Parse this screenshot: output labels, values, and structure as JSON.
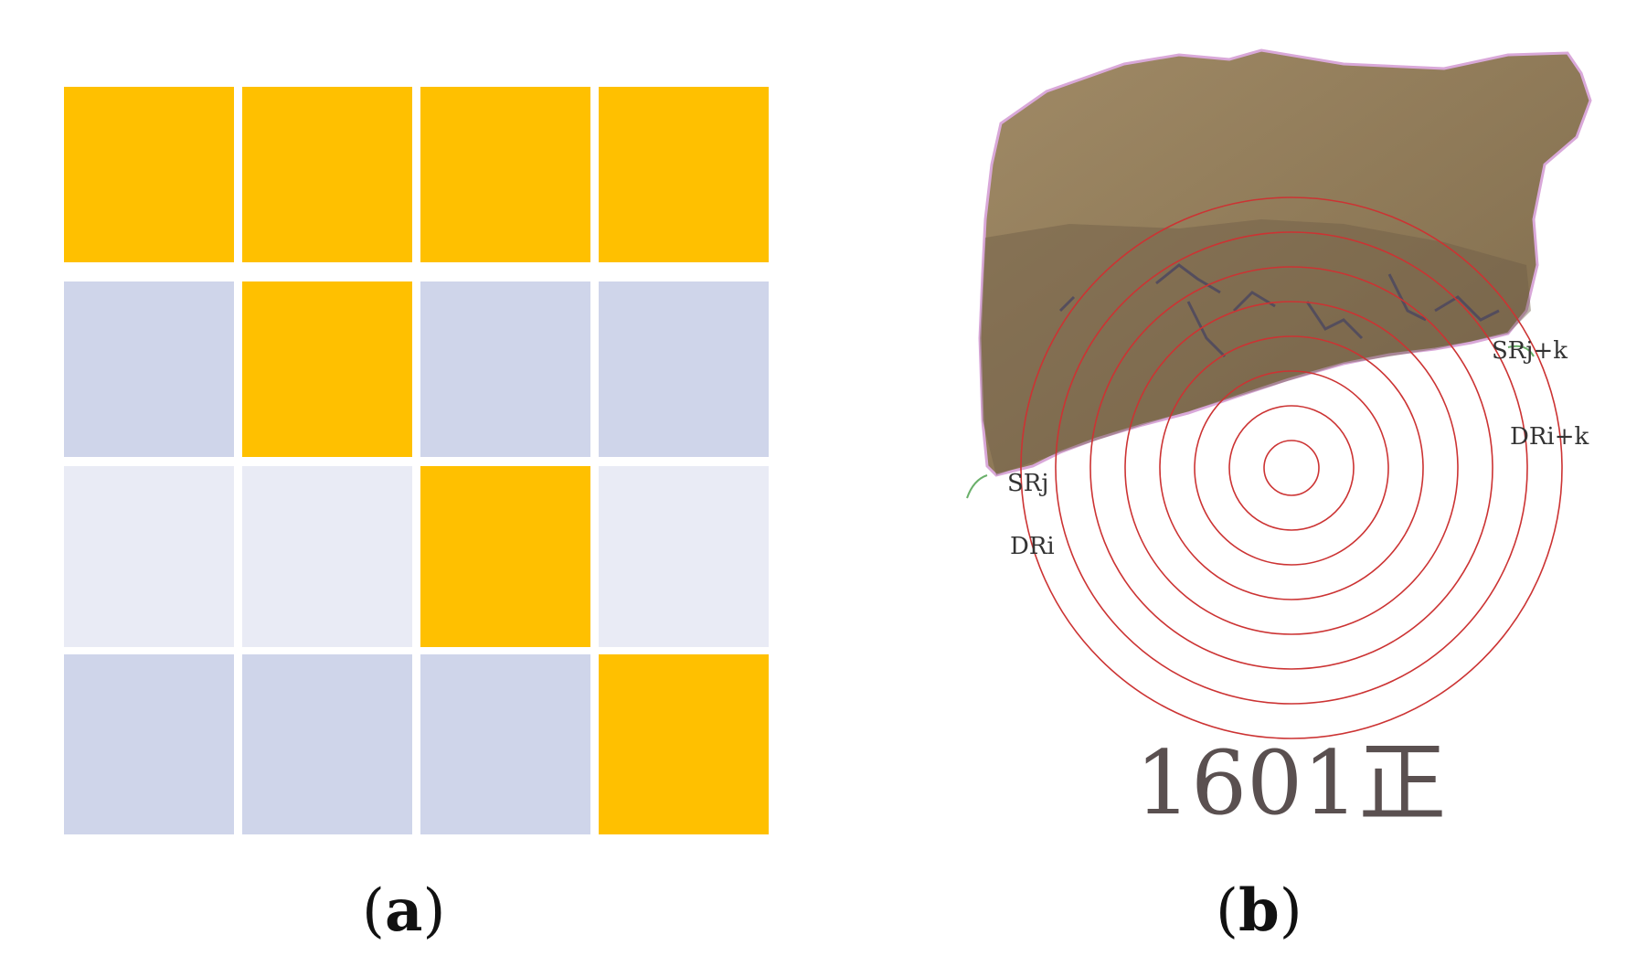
{
  "panel_a": {
    "grid": {
      "rows": 4,
      "cols": 4,
      "highlight_color": "#FFC000",
      "row_colors": [
        "#FFC000",
        "#CFD5EA",
        "#E9EBF5",
        "#CFD5EA"
      ],
      "highlighted_cells": [
        [
          0,
          0
        ],
        [
          0,
          1
        ],
        [
          0,
          2
        ],
        [
          0,
          3
        ],
        [
          1,
          1
        ],
        [
          2,
          2
        ],
        [
          3,
          3
        ]
      ]
    },
    "caption_open": "(",
    "caption_letter": "a",
    "caption_close": ")"
  },
  "panel_b": {
    "labels": {
      "sr_j_k": "SRj+k",
      "dr_i_k": "DRi+k",
      "sr_j": "SRj",
      "dr_i": "DRi",
      "fragment_id": "1601正"
    },
    "colors": {
      "circle": "#cc3333",
      "fragment_outline": "#d9a8d9",
      "curve": "#6ab06a"
    },
    "concentric_circle_count": 8,
    "caption_open": "(",
    "caption_letter": "b",
    "caption_close": ")"
  }
}
